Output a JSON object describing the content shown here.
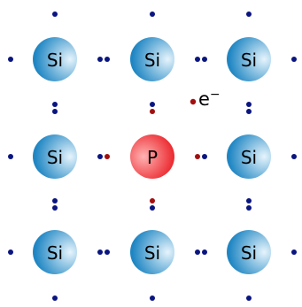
{
  "atoms": [
    {
      "label": "Si",
      "kind": "silicon"
    },
    {
      "label": "Si",
      "kind": "silicon"
    },
    {
      "label": "Si",
      "kind": "silicon"
    },
    {
      "label": "Si",
      "kind": "silicon"
    },
    {
      "label": "P",
      "kind": "phosphorus"
    },
    {
      "label": "Si",
      "kind": "silicon"
    },
    {
      "label": "Si",
      "kind": "silicon"
    },
    {
      "label": "Si",
      "kind": "silicon"
    },
    {
      "label": "Si",
      "kind": "silicon"
    }
  ],
  "free_electron": {
    "label": "e",
    "charge": "−"
  },
  "colors": {
    "silicon_light": "#e6f4fc",
    "silicon_dark": "#1f86c3",
    "phosphorus_light": "#ffb3b3",
    "phosphorus_dark": "#e8141b",
    "silicon_electron": "#0a1580",
    "phosphorus_electron": "#a30f0f",
    "text": "#000000"
  }
}
